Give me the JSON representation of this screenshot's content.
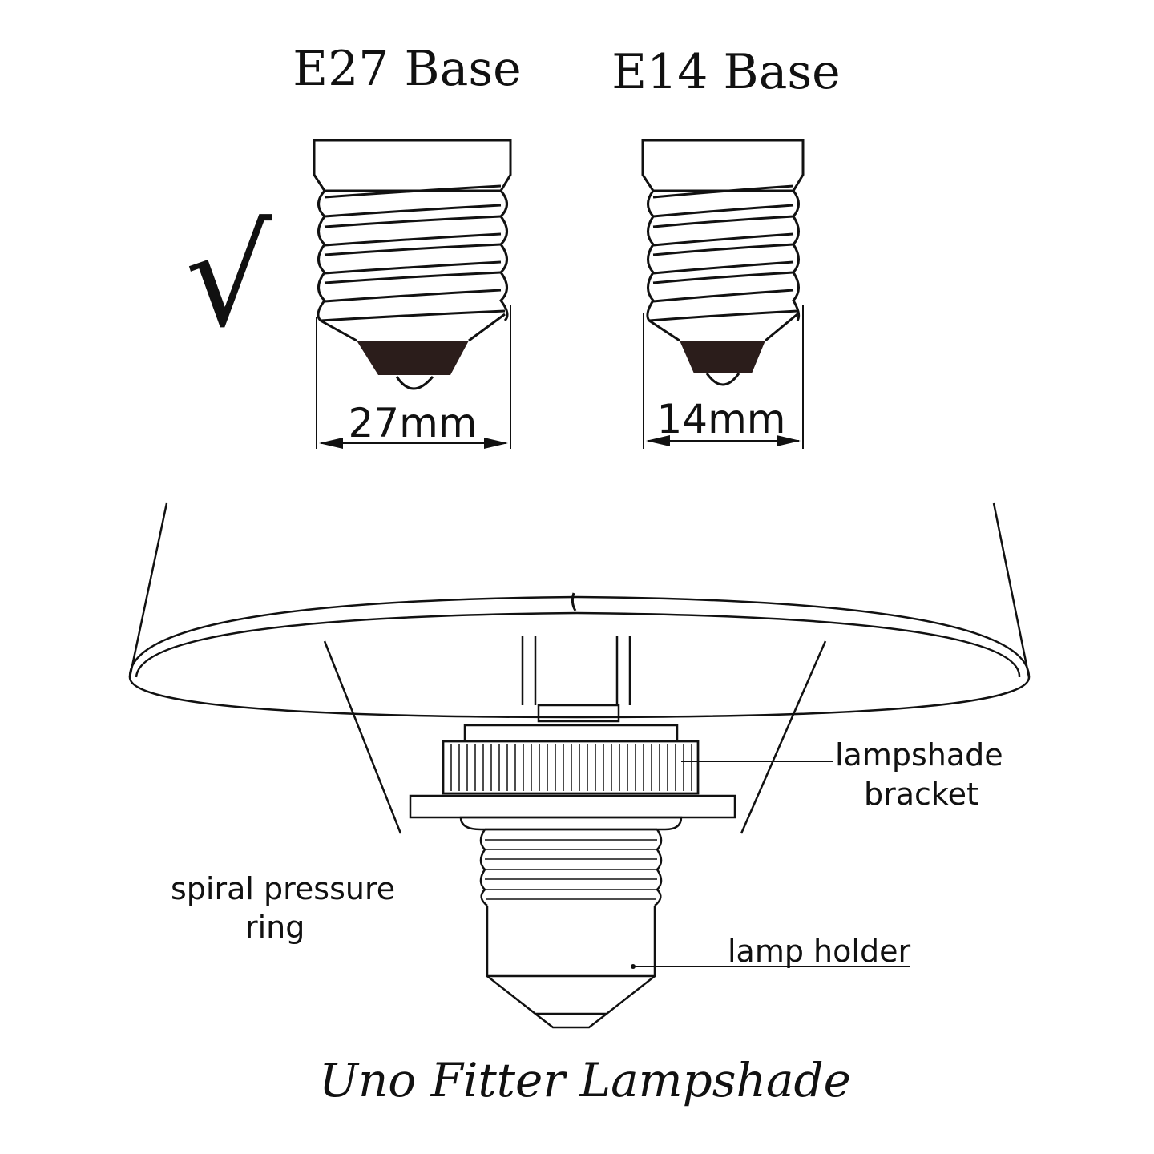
{
  "bases": {
    "e27": {
      "title": "E27 Base",
      "measure": "27mm",
      "selected_mark": "√"
    },
    "e14": {
      "title": "E14 Base",
      "measure": "14mm"
    }
  },
  "labels": {
    "bracket_line1": "lampshade",
    "bracket_line2": "bracket",
    "ring_line1": "spiral pressure",
    "ring_line2": "ring",
    "holder": "lamp holder"
  },
  "caption": "Uno Fitter Lampshade",
  "colors": {
    "ink": "#111111",
    "contact": "#2b1d1b",
    "background": "#ffffff"
  }
}
